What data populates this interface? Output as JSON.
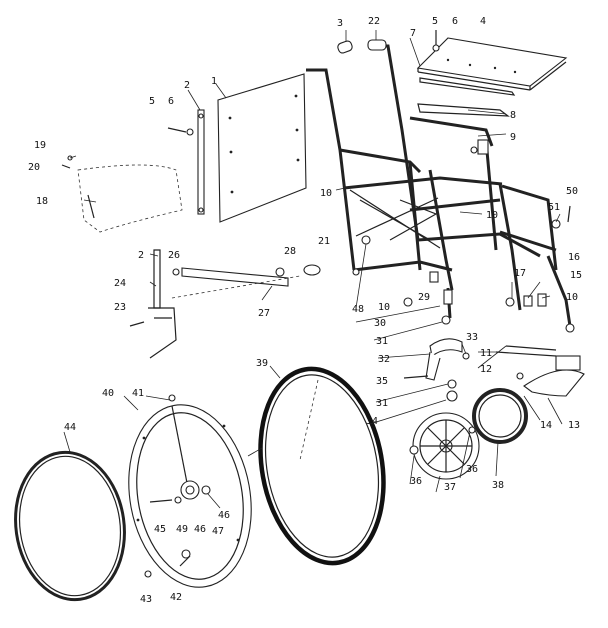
{
  "callouts": [
    {
      "id": "c1",
      "text": "1"
    },
    {
      "id": "c2a",
      "text": "2"
    },
    {
      "id": "c3",
      "text": "3"
    },
    {
      "id": "c22",
      "text": "22"
    },
    {
      "id": "c5a",
      "text": "5"
    },
    {
      "id": "c6a",
      "text": "6"
    },
    {
      "id": "c4",
      "text": "4"
    },
    {
      "id": "c7",
      "text": "7"
    },
    {
      "id": "c8",
      "text": "8"
    },
    {
      "id": "c9",
      "text": "9"
    },
    {
      "id": "c5b",
      "text": "5"
    },
    {
      "id": "c6b",
      "text": "6"
    },
    {
      "id": "c19",
      "text": "19"
    },
    {
      "id": "c20",
      "text": "20"
    },
    {
      "id": "c18",
      "text": "18"
    },
    {
      "id": "c10a",
      "text": "10"
    },
    {
      "id": "c10b",
      "text": "10"
    },
    {
      "id": "c50",
      "text": "50"
    },
    {
      "id": "c51",
      "text": "51"
    },
    {
      "id": "c16",
      "text": "16"
    },
    {
      "id": "c15",
      "text": "15"
    },
    {
      "id": "c17",
      "text": "17"
    },
    {
      "id": "c10c",
      "text": "10"
    },
    {
      "id": "c2b",
      "text": "2"
    },
    {
      "id": "c26",
      "text": "26"
    },
    {
      "id": "c28",
      "text": "28"
    },
    {
      "id": "c21",
      "text": "21"
    },
    {
      "id": "c24",
      "text": "24"
    },
    {
      "id": "c48",
      "text": "48"
    },
    {
      "id": "c29",
      "text": "29"
    },
    {
      "id": "c10d",
      "text": "10"
    },
    {
      "id": "c30",
      "text": "30"
    },
    {
      "id": "c23",
      "text": "23"
    },
    {
      "id": "c27",
      "text": "27"
    },
    {
      "id": "c31a",
      "text": "31"
    },
    {
      "id": "c33",
      "text": "33"
    },
    {
      "id": "c11",
      "text": "11"
    },
    {
      "id": "c32",
      "text": "32"
    },
    {
      "id": "c12",
      "text": "12"
    },
    {
      "id": "c39",
      "text": "39"
    },
    {
      "id": "c35",
      "text": "35"
    },
    {
      "id": "c40",
      "text": "40"
    },
    {
      "id": "c41",
      "text": "41"
    },
    {
      "id": "c31b",
      "text": "31"
    },
    {
      "id": "c14",
      "text": "14"
    },
    {
      "id": "c13",
      "text": "13"
    },
    {
      "id": "c34",
      "text": "34"
    },
    {
      "id": "c44",
      "text": "44"
    },
    {
      "id": "c36a",
      "text": "36"
    },
    {
      "id": "c38",
      "text": "38"
    },
    {
      "id": "c36b",
      "text": "36"
    },
    {
      "id": "c37",
      "text": "37"
    },
    {
      "id": "c46a",
      "text": "46"
    },
    {
      "id": "c45",
      "text": "45"
    },
    {
      "id": "c49",
      "text": "49"
    },
    {
      "id": "c46b",
      "text": "46"
    },
    {
      "id": "c47",
      "text": "47"
    },
    {
      "id": "c42",
      "text": "42"
    },
    {
      "id": "c43",
      "text": "43"
    }
  ]
}
